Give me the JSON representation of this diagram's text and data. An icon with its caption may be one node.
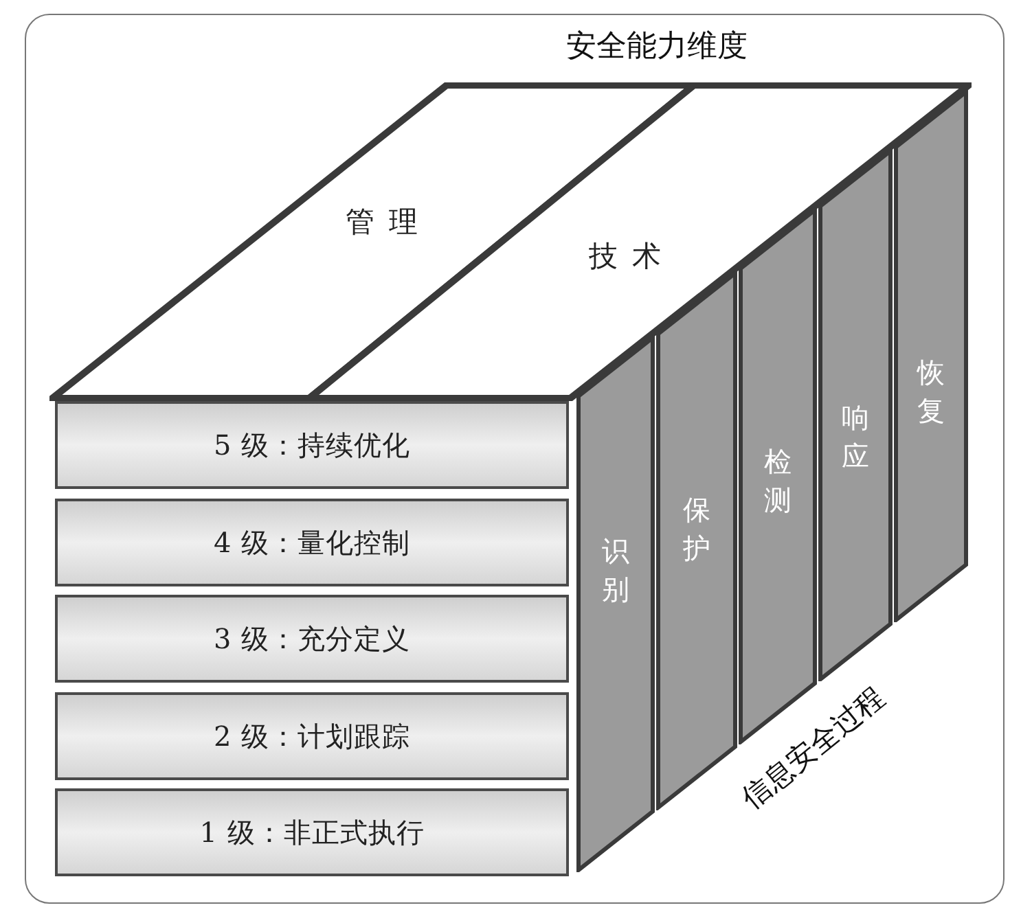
{
  "diagram": {
    "title": "安全能力维度",
    "nodes": [
      {
        "text": [
          "管理"
        ]
      },
      {
        "text": [
          "技术"
        ]
      },
      {
        "text": [
          "5 级：持续优化"
        ]
      },
      {
        "text": [
          "4 级：量化控制"
        ]
      },
      {
        "text": [
          "3 级：充分定义"
        ]
      },
      {
        "text": [
          "2 级：计划跟踪"
        ]
      },
      {
        "text": [
          "1 级：非正式执行"
        ]
      },
      {
        "text": [
          "识别"
        ]
      },
      {
        "text": [
          "保护"
        ]
      },
      {
        "text": [
          "检测"
        ]
      },
      {
        "text": [
          "响应"
        ]
      },
      {
        "text": [
          "恢复"
        ]
      }
    ],
    "labels": [
      "信息安全过程"
    ]
  }
}
